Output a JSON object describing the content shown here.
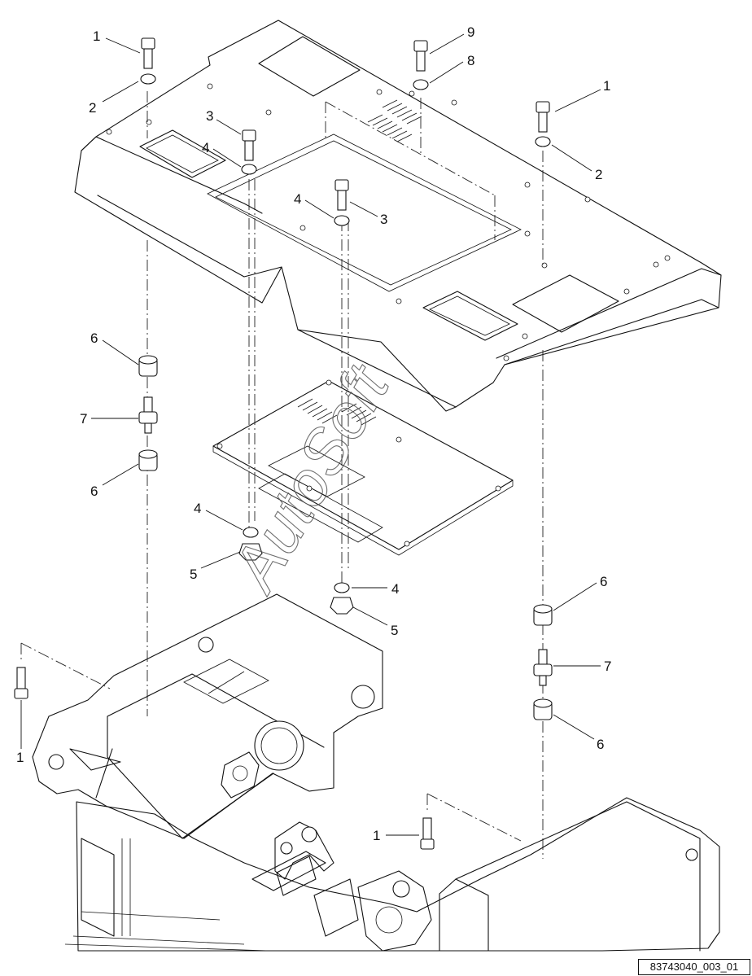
{
  "diagram": {
    "watermark": "AutoSoft",
    "drawing_number": "83743040_003_01",
    "callouts": [
      {
        "id": "c1",
        "label": "1"
      },
      {
        "id": "c2",
        "label": "2"
      },
      {
        "id": "c3",
        "label": "1"
      },
      {
        "id": "c4",
        "label": "2"
      },
      {
        "id": "c5",
        "label": "9"
      },
      {
        "id": "c6",
        "label": "8"
      },
      {
        "id": "c7",
        "label": "3"
      },
      {
        "id": "c8",
        "label": "4"
      },
      {
        "id": "c9",
        "label": "4"
      },
      {
        "id": "c10",
        "label": "3"
      },
      {
        "id": "c11",
        "label": "6"
      },
      {
        "id": "c12",
        "label": "7"
      },
      {
        "id": "c13",
        "label": "6"
      },
      {
        "id": "c14",
        "label": "4"
      },
      {
        "id": "c15",
        "label": "5"
      },
      {
        "id": "c16",
        "label": "4"
      },
      {
        "id": "c17",
        "label": "5"
      },
      {
        "id": "c18",
        "label": "6"
      },
      {
        "id": "c19",
        "label": "7"
      },
      {
        "id": "c20",
        "label": "6"
      },
      {
        "id": "c21",
        "label": "1"
      },
      {
        "id": "c22",
        "label": "1"
      }
    ]
  }
}
